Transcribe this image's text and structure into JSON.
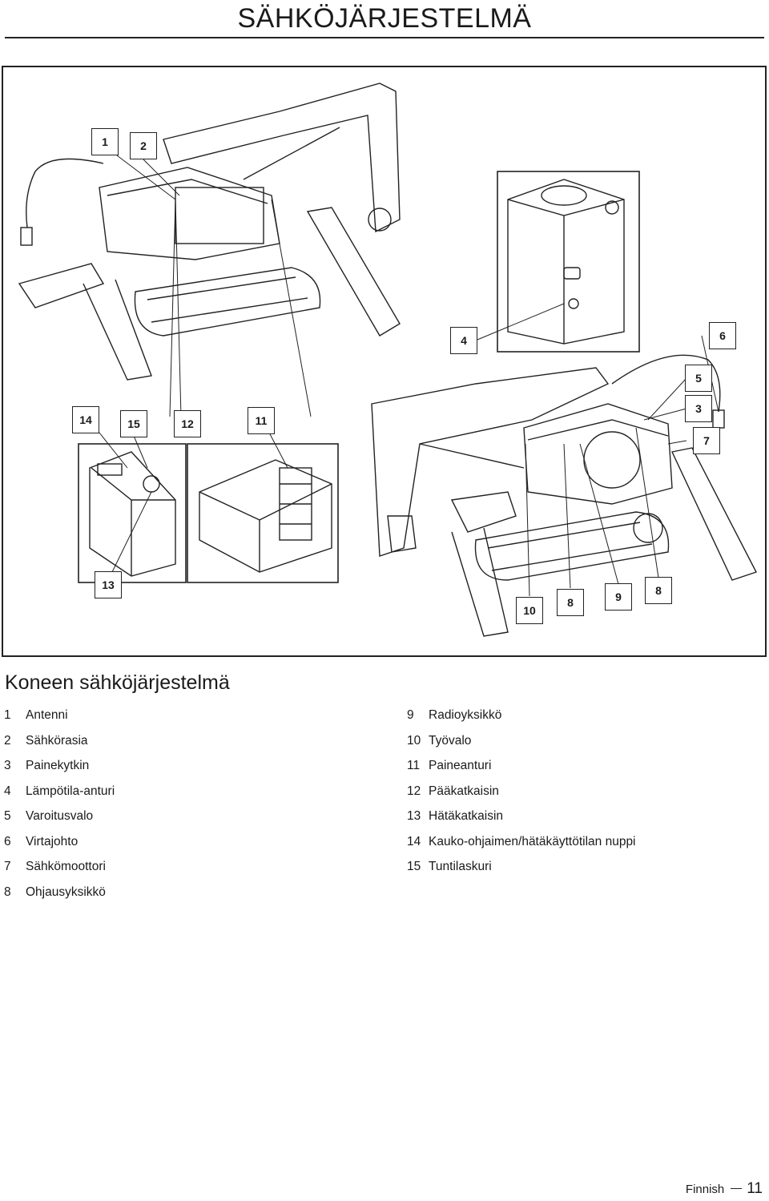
{
  "page_title": "SÄHKÖJÄRJESTELMÄ",
  "figure": {
    "callouts": [
      {
        "id": "c1",
        "text": "1"
      },
      {
        "id": "c2",
        "text": "2"
      },
      {
        "id": "c4",
        "text": "4"
      },
      {
        "id": "c6",
        "text": "6"
      },
      {
        "id": "c5",
        "text": "5"
      },
      {
        "id": "c3",
        "text": "3"
      },
      {
        "id": "c7",
        "text": "7"
      },
      {
        "id": "c14",
        "text": "14"
      },
      {
        "id": "c15",
        "text": "15"
      },
      {
        "id": "c12",
        "text": "12"
      },
      {
        "id": "c11",
        "text": "11"
      },
      {
        "id": "c13",
        "text": "13"
      },
      {
        "id": "c10",
        "text": "10"
      },
      {
        "id": "c8a",
        "text": "8"
      },
      {
        "id": "c9",
        "text": "9"
      },
      {
        "id": "c8b",
        "text": "8"
      }
    ]
  },
  "section_heading": "Koneen sähköjärjestelmä",
  "legend_left": [
    {
      "num": "1",
      "label": "Antenni"
    },
    {
      "num": "2",
      "label": "Sähkörasia"
    },
    {
      "num": "3",
      "label": "Painekytkin"
    },
    {
      "num": "4",
      "label": "Lämpötila-anturi"
    },
    {
      "num": "5",
      "label": "Varoitusvalo"
    },
    {
      "num": "6",
      "label": "Virtajohto"
    },
    {
      "num": "7",
      "label": "Sähkömoottori"
    },
    {
      "num": "8",
      "label": "Ohjausyksikkö"
    }
  ],
  "legend_right": [
    {
      "num": "9",
      "label": "Radioyksikkö"
    },
    {
      "num": "10",
      "label": "Työvalo"
    },
    {
      "num": "11",
      "label": "Paineanturi"
    },
    {
      "num": "12",
      "label": "Pääkatkaisin"
    },
    {
      "num": "13",
      "label": "Hätäkatkaisin"
    },
    {
      "num": "14",
      "label": "Kauko-ohjaimen/hätäkäyttötilan nuppi"
    },
    {
      "num": "15",
      "label": "Tuntilaskuri"
    }
  ],
  "footer": {
    "language": "Finnish",
    "page_number": "11"
  }
}
